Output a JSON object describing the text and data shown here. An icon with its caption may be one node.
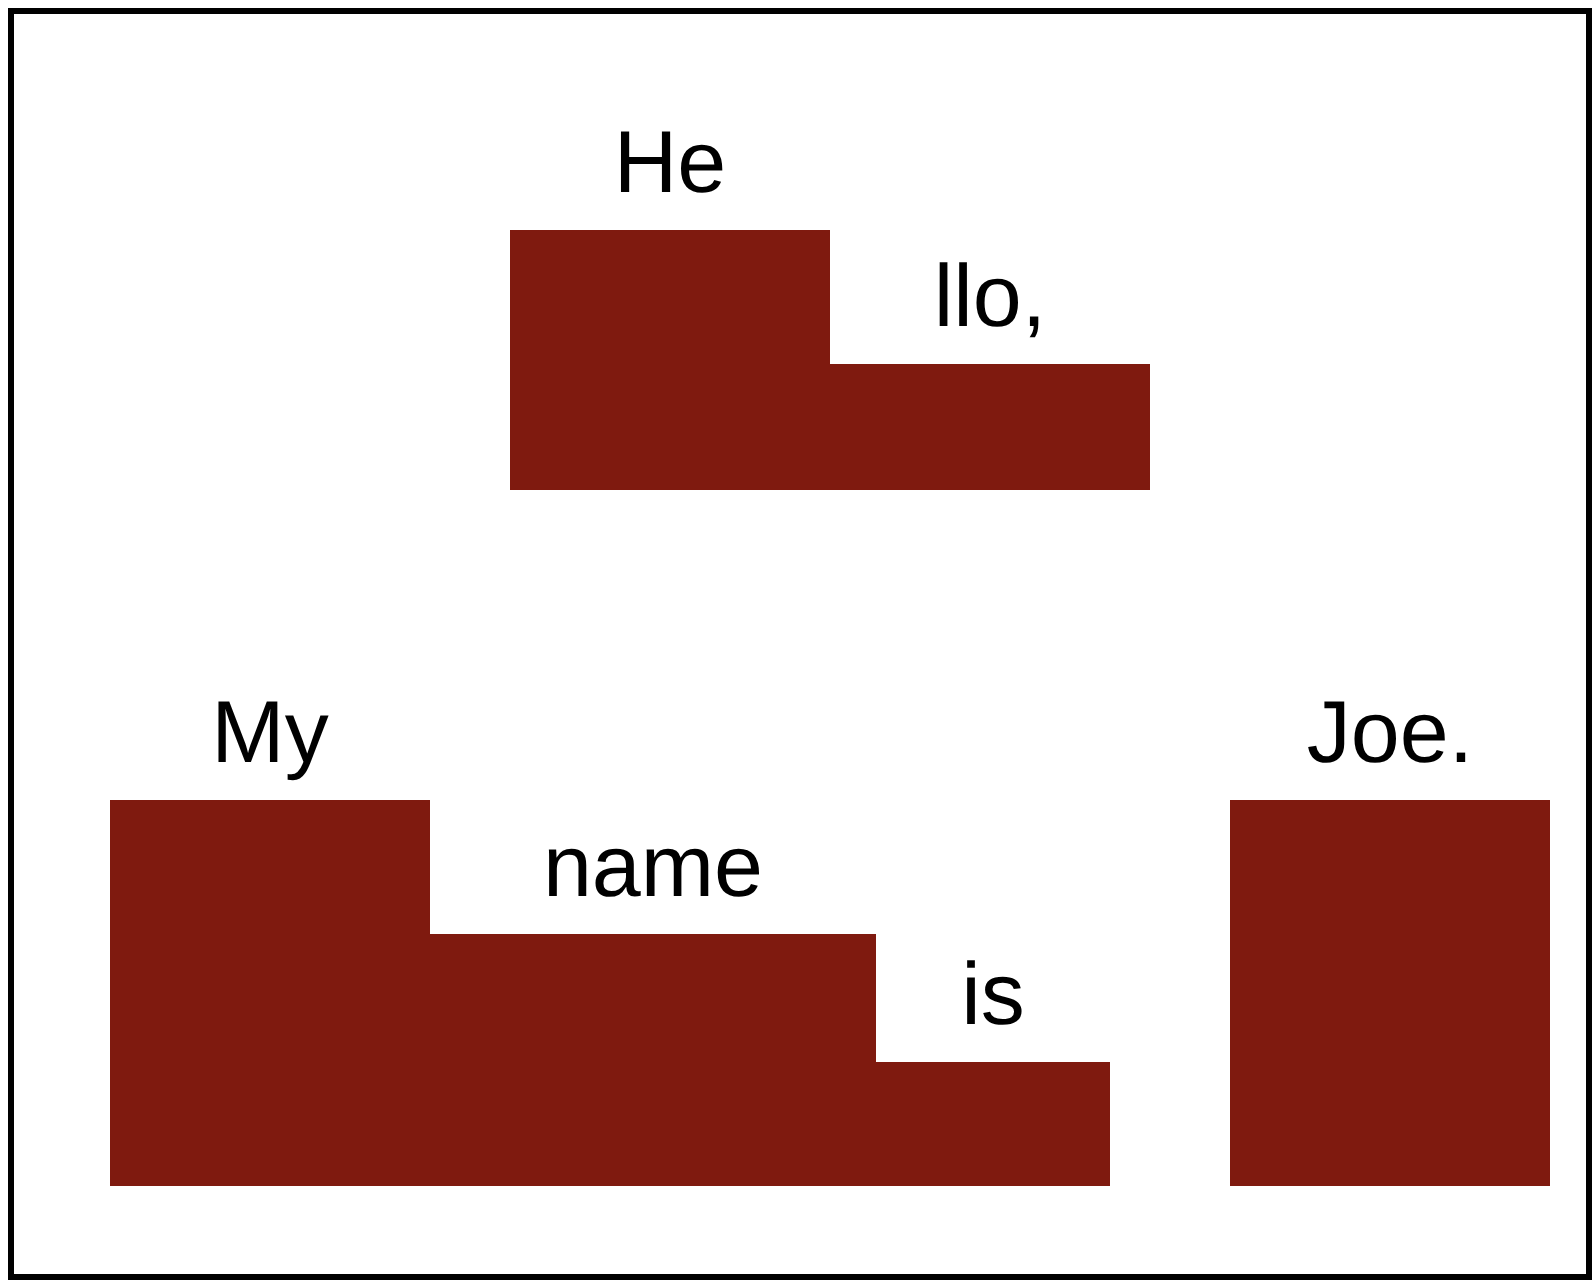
{
  "diagram": {
    "nodes": [
      {
        "text": [
          "He"
        ]
      },
      {
        "text": [
          "llo,"
        ]
      },
      {
        "text": [
          "My"
        ]
      },
      {
        "text": [
          "name"
        ]
      },
      {
        "text": [
          "is"
        ]
      },
      {
        "text": [
          "Joe."
        ]
      }
    ]
  }
}
